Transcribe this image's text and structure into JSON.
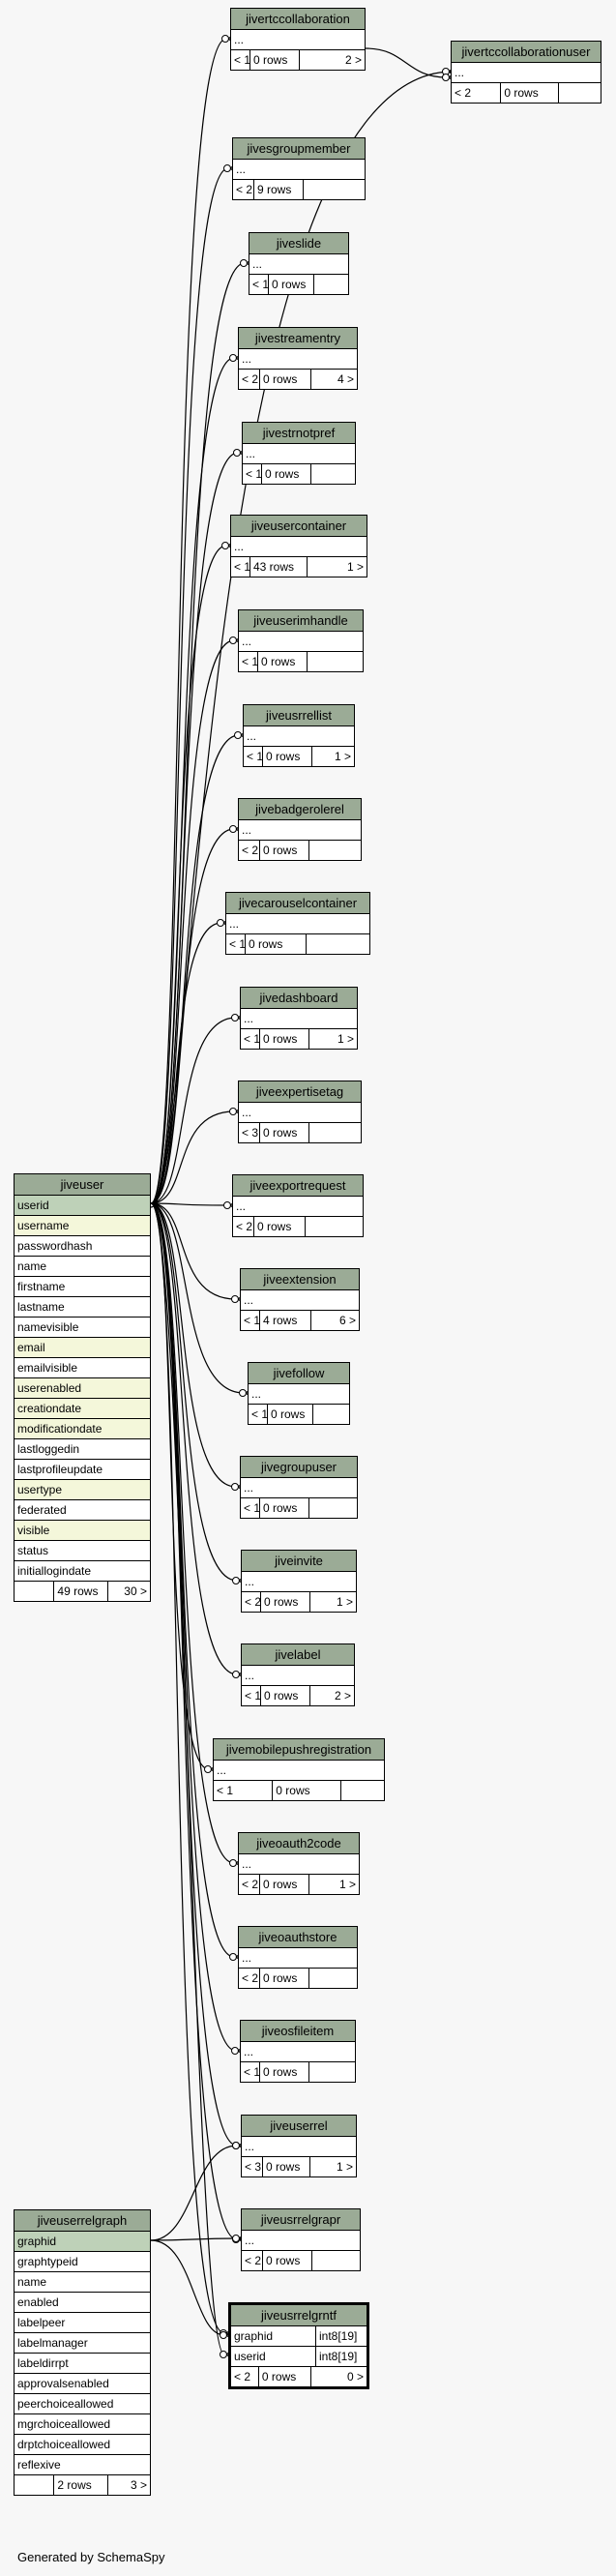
{
  "footer": "Generated by SchemaSpy",
  "tables": [
    {
      "name": "jivertccollaboration",
      "cols": [
        "..."
      ],
      "foot": [
        "< 1",
        "0 rows",
        "2 >"
      ]
    },
    {
      "name": "jivertccollaborationuser",
      "cols": [
        "..."
      ],
      "foot": [
        "< 2",
        "0 rows",
        ""
      ]
    },
    {
      "name": "jivesgroupmember",
      "cols": [
        "..."
      ],
      "foot": [
        "< 2",
        "9 rows",
        ""
      ]
    },
    {
      "name": "jiveslide",
      "cols": [
        "..."
      ],
      "foot": [
        "< 1",
        "0 rows",
        ""
      ]
    },
    {
      "name": "jivestreamentry",
      "cols": [
        "..."
      ],
      "foot": [
        "< 2",
        "0 rows",
        "4 >"
      ]
    },
    {
      "name": "jivestrnotpref",
      "cols": [
        "..."
      ],
      "foot": [
        "< 1",
        "0 rows",
        ""
      ]
    },
    {
      "name": "jiveusercontainer",
      "cols": [
        "..."
      ],
      "foot": [
        "< 1",
        "43 rows",
        "1 >"
      ]
    },
    {
      "name": "jiveuserimhandle",
      "cols": [
        "..."
      ],
      "foot": [
        "< 1",
        "0 rows",
        ""
      ]
    },
    {
      "name": "jiveusrrellist",
      "cols": [
        "..."
      ],
      "foot": [
        "< 1",
        "0 rows",
        "1 >"
      ]
    },
    {
      "name": "jivebadgerolerel",
      "cols": [
        "..."
      ],
      "foot": [
        "< 2",
        "0 rows",
        ""
      ]
    },
    {
      "name": "jivecarouselcontainer",
      "cols": [
        "..."
      ],
      "foot": [
        "< 1",
        "0 rows",
        ""
      ]
    },
    {
      "name": "jivedashboard",
      "cols": [
        "..."
      ],
      "foot": [
        "< 1",
        "0 rows",
        "1 >"
      ]
    },
    {
      "name": "jiveexpertisetag",
      "cols": [
        "..."
      ],
      "foot": [
        "< 3",
        "0 rows",
        ""
      ]
    },
    {
      "name": "jiveexportrequest",
      "cols": [
        "..."
      ],
      "foot": [
        "< 2",
        "0 rows",
        ""
      ]
    },
    {
      "name": "jiveextension",
      "cols": [
        "..."
      ],
      "foot": [
        "< 1",
        "4 rows",
        "6 >"
      ]
    },
    {
      "name": "jivefollow",
      "cols": [
        "..."
      ],
      "foot": [
        "< 1",
        "0 rows",
        ""
      ]
    },
    {
      "name": "jivegroupuser",
      "cols": [
        "..."
      ],
      "foot": [
        "< 1",
        "0 rows",
        ""
      ]
    },
    {
      "name": "jiveinvite",
      "cols": [
        "..."
      ],
      "foot": [
        "< 2",
        "0 rows",
        "1 >"
      ]
    },
    {
      "name": "jivelabel",
      "cols": [
        "..."
      ],
      "foot": [
        "< 1",
        "0 rows",
        "2 >"
      ]
    },
    {
      "name": "jivemobilepushregistration",
      "cols": [
        "..."
      ],
      "foot": [
        "< 1",
        "0 rows",
        ""
      ]
    },
    {
      "name": "jiveoauth2code",
      "cols": [
        "..."
      ],
      "foot": [
        "< 2",
        "0 rows",
        "1 >"
      ]
    },
    {
      "name": "jiveoauthstore",
      "cols": [
        "..."
      ],
      "foot": [
        "< 2",
        "0 rows",
        ""
      ]
    },
    {
      "name": "jiveosfileitem",
      "cols": [
        "..."
      ],
      "foot": [
        "< 1",
        "0 rows",
        ""
      ]
    },
    {
      "name": "jiveuserrel",
      "cols": [
        "..."
      ],
      "foot": [
        "< 3",
        "0 rows",
        "1 >"
      ]
    },
    {
      "name": "jiveusrrelgrapr",
      "cols": [
        "..."
      ],
      "foot": [
        "< 2",
        "0 rows",
        ""
      ]
    },
    {
      "name": "jiveusrrelgrntf",
      "cols": [
        [
          "graphid",
          "int8[19]"
        ],
        [
          "userid",
          "int8[19]"
        ]
      ],
      "foot": [
        "< 2",
        "0 rows",
        "0 >"
      ]
    },
    {
      "name": "jiveuser",
      "cols": [
        "userid",
        "username",
        "passwordhash",
        "name",
        "firstname",
        "lastname",
        "namevisible",
        "email",
        "emailvisible",
        "userenabled",
        "creationdate",
        "modificationdate",
        "lastloggedin",
        "lastprofileupdate",
        "usertype",
        "federated",
        "visible",
        "status",
        "initiallogindate"
      ],
      "pk": [
        "userid"
      ],
      "idx": [
        "username",
        "email",
        "userenabled",
        "creationdate",
        "modificationdate",
        "usertype",
        "visible"
      ],
      "foot": [
        "",
        "49 rows",
        "30 >"
      ]
    },
    {
      "name": "jiveuserrelgraph",
      "cols": [
        "graphid",
        "graphtypeid",
        "name",
        "enabled",
        "labelpeer",
        "labelmanager",
        "labeldirrpt",
        "approvalsenabled",
        "peerchoiceallowed",
        "mgrchoiceallowed",
        "drptchoiceallowed",
        "reflexive"
      ],
      "pk": [
        "graphid"
      ],
      "idx": [],
      "foot": [
        "",
        "2 rows",
        "3 >"
      ]
    }
  ]
}
